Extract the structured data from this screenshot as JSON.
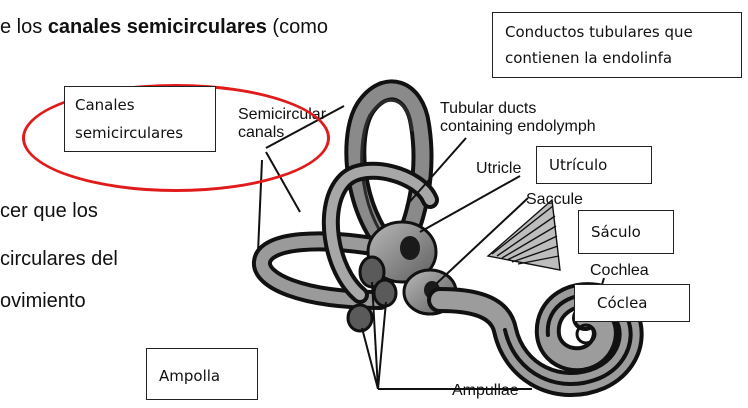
{
  "text": {
    "line1_prefix": "e los ",
    "line1_bold": "canales semicirculares",
    "line1_suffix": " (como",
    "line2": "cer que los",
    "line3": "circulares del",
    "line4": "ovimiento"
  },
  "english_labels": {
    "semicircular_canals_1": "Semicircular",
    "semicircular_canals_2": "canals",
    "tubular_ducts_1": "Tubular ducts",
    "tubular_ducts_2": "containing endolymph",
    "utricle": "Utricle",
    "saccule": "Saccule",
    "cochlea": "Cochlea",
    "ampullae": "Ampullae"
  },
  "spanish_boxes": {
    "conductos_1": "Conductos tubulares que",
    "conductos_2": "contienen la endolinfa",
    "canales_1": "Canales",
    "canales_2": "semicirculares",
    "utriculo": "Utrículo",
    "saculo": "Sáculo",
    "coclea": "Cóclea",
    "ampolla": "Ampolla"
  },
  "colors": {
    "highlight_oval": "#e11b1b",
    "canal_fill": "#7a7a7a",
    "canal_outline": "#111111",
    "cochlea_fill": "#8c8c8c"
  }
}
